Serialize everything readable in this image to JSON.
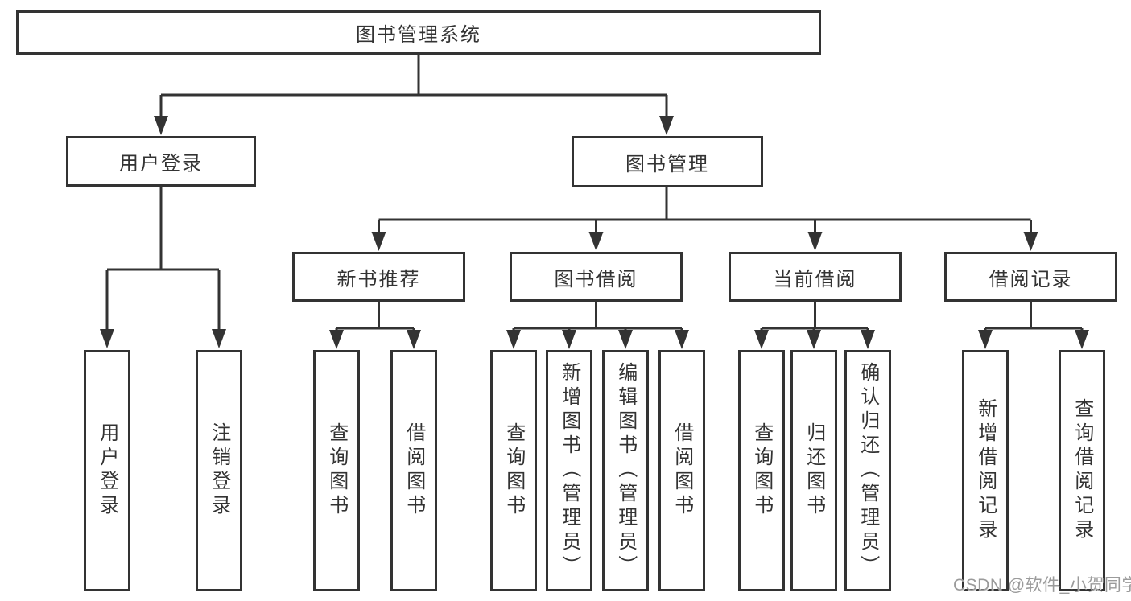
{
  "tree": {
    "label": "图书管理系统",
    "children": [
      {
        "label": "用户登录",
        "children": [
          {
            "label": "用户登录"
          },
          {
            "label": "注销登录"
          }
        ]
      },
      {
        "label": "图书管理",
        "children": [
          {
            "label": "新书推荐",
            "children": [
              {
                "label": "查询图书"
              },
              {
                "label": "借阅图书"
              }
            ]
          },
          {
            "label": "图书借阅",
            "children": [
              {
                "label": "查询图书"
              },
              {
                "label": "新增图书（管理员）"
              },
              {
                "label": "编辑图书（管理员）"
              },
              {
                "label": "借阅图书"
              }
            ]
          },
          {
            "label": "当前借阅",
            "children": [
              {
                "label": "查询图书"
              },
              {
                "label": "归还图书"
              },
              {
                "label": "确认归还（管理员）"
              }
            ]
          },
          {
            "label": "借阅记录",
            "children": [
              {
                "label": "新增借阅记录"
              },
              {
                "label": "查询借阅记录"
              }
            ]
          }
        ]
      }
    ]
  },
  "watermark": "CSDN @软件_小贺同学",
  "colors": {
    "line": "#333333",
    "box_border": "#333333",
    "box_fill": "#ffffff",
    "text": "#333333",
    "watermark": "#9b9b9b"
  }
}
